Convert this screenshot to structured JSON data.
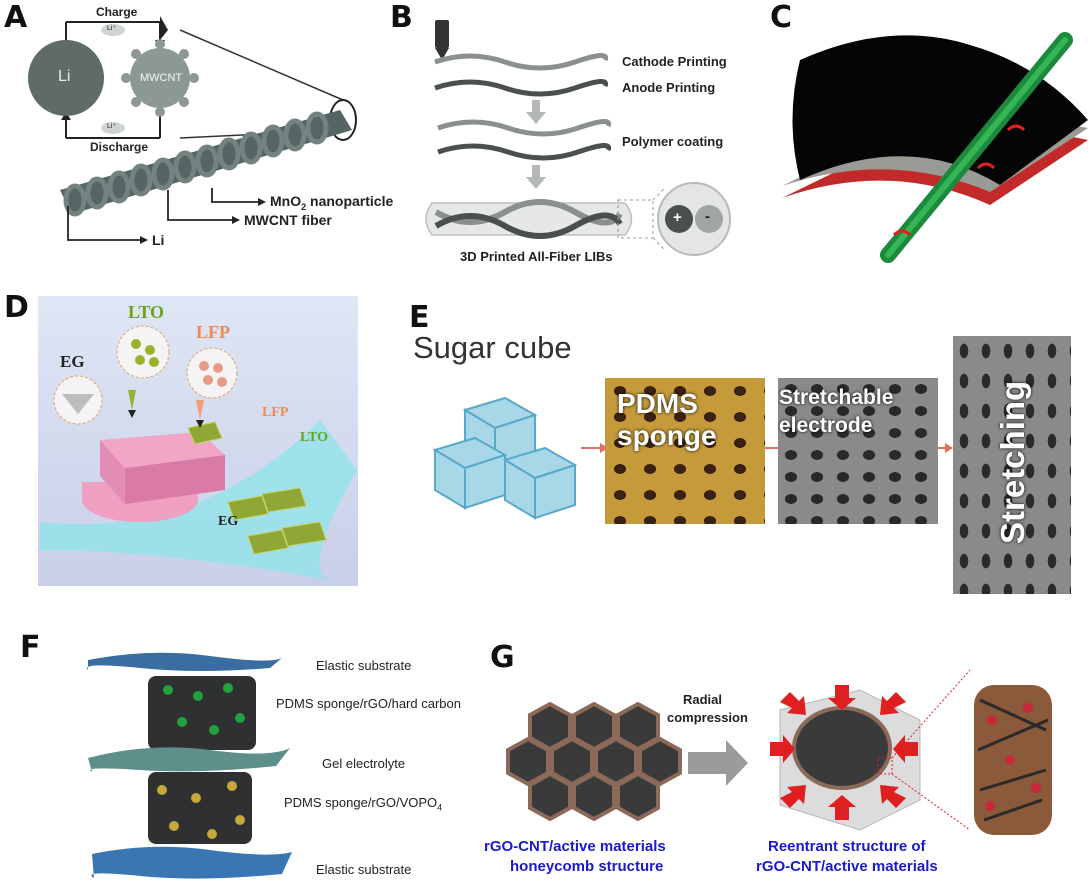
{
  "figure": {
    "panels": [
      {
        "id": "A",
        "labels": {
          "charge": "Charge",
          "discharge": "Discharge",
          "li": "Li",
          "mwcnt": "MWCNT",
          "li_ion": "Li⁺",
          "mno2_prefix": "MnO",
          "mno2_sub": "2",
          "mno2_suffix": " nanoparticle",
          "mwcnt_fiber": "MWCNT fiber",
          "li_arrow": "Li"
        }
      },
      {
        "id": "B",
        "labels": {
          "cathode": "Cathode Printing",
          "anode": "Anode Printing",
          "polymer": "Polymer coating",
          "caption": "3D Printed All-Fiber LIBs",
          "plus": "+",
          "minus": "-"
        }
      },
      {
        "id": "C",
        "labels": {}
      },
      {
        "id": "D",
        "labels": {
          "lto_top": "LTO",
          "lfp_top": "LFP",
          "eg_left": "EG",
          "lfp_right": "LFP",
          "lto_right": "LTO",
          "eg_bottom": "EG"
        }
      },
      {
        "id": "E",
        "labels": {
          "sugar": "Sugar cube",
          "pdms_line1": "PDMS",
          "pdms_line2": "sponge",
          "stretch_line1": "Stretchable",
          "stretch_line2": "electrode",
          "stretching": "Stretching"
        }
      },
      {
        "id": "F",
        "labels": {
          "layer1": "Elastic substrate",
          "layer2": "PDMS sponge/rGO/hard carbon",
          "layer3": "Gel electrolyte",
          "layer4_prefix": "PDMS sponge/rGO/VOPO",
          "layer4_sub": "4",
          "layer5": "Elastic substrate"
        }
      },
      {
        "id": "G",
        "labels": {
          "radial1": "Radial",
          "radial2": "compression",
          "left1": "rGO-CNT/active materials",
          "left2": "honeycomb structure",
          "right1": "Reentrant structure of",
          "right2": "rGO-CNT/active materials"
        }
      }
    ]
  },
  "colors": {
    "label_blue": "#1a1acc",
    "arrow_red": "#e02020",
    "gray_dark": "#6e7a7a",
    "teal": "#3d4f55"
  }
}
